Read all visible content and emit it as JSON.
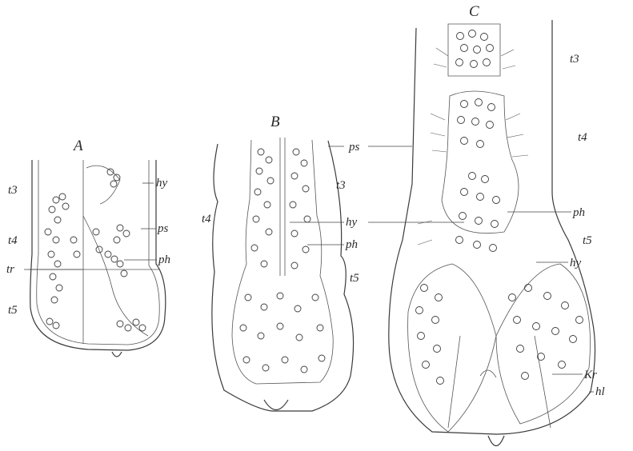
{
  "panels": {
    "a": {
      "title": "A",
      "segments": [
        "t3",
        "t4",
        "t5"
      ],
      "labels": [
        "hy",
        "ps",
        "ph",
        "tr"
      ]
    },
    "b": {
      "title": "B",
      "segments": [
        "t4",
        "t3",
        "t5"
      ],
      "labels": [
        "ps",
        "hy",
        "ph"
      ]
    },
    "c": {
      "title": "C",
      "segments": [
        "t3",
        "t4",
        "t5"
      ],
      "labels": [
        "ph",
        "hy",
        "Kr",
        "hl"
      ]
    }
  }
}
